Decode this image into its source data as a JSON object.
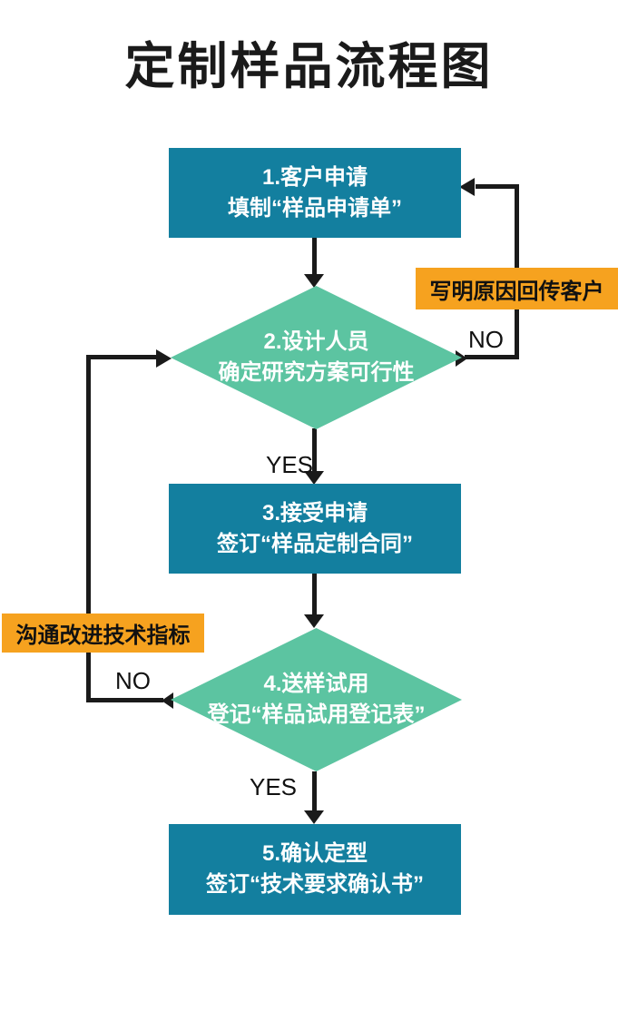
{
  "title": "定制样品流程图",
  "nodes": [
    {
      "id": "step1",
      "type": "process",
      "line1": "1.客户申请",
      "line2": "填制“样品申请单”"
    },
    {
      "id": "step2",
      "type": "decision",
      "line1": "2.设计人员",
      "line2": "确定研究方案可行性"
    },
    {
      "id": "step3",
      "type": "process",
      "line1": "3.接受申请",
      "line2": "签订“样品定制合同”"
    },
    {
      "id": "step4",
      "type": "decision",
      "line1": "4.送样试用",
      "line2": "登记“样品试用登记表”"
    },
    {
      "id": "step5",
      "type": "process",
      "line1": "5.确认定型",
      "line2": "签订“技术要求确认书”"
    }
  ],
  "labels": {
    "decision2_yes": "YES",
    "decision2_no": "NO",
    "decision4_yes": "YES",
    "decision4_no": "NO"
  },
  "annotations": {
    "no_feedback_right": "写明原因回传客户",
    "no_feedback_left": "沟通改进技术指标"
  },
  "colors": {
    "process_fill": "#137f9f",
    "decision_fill": "#5cc4a1",
    "annotation_fill": "#f6a21f",
    "line": "#1a1a1a",
    "text_on_shape": "#ffffff",
    "text_dark": "#111111"
  }
}
